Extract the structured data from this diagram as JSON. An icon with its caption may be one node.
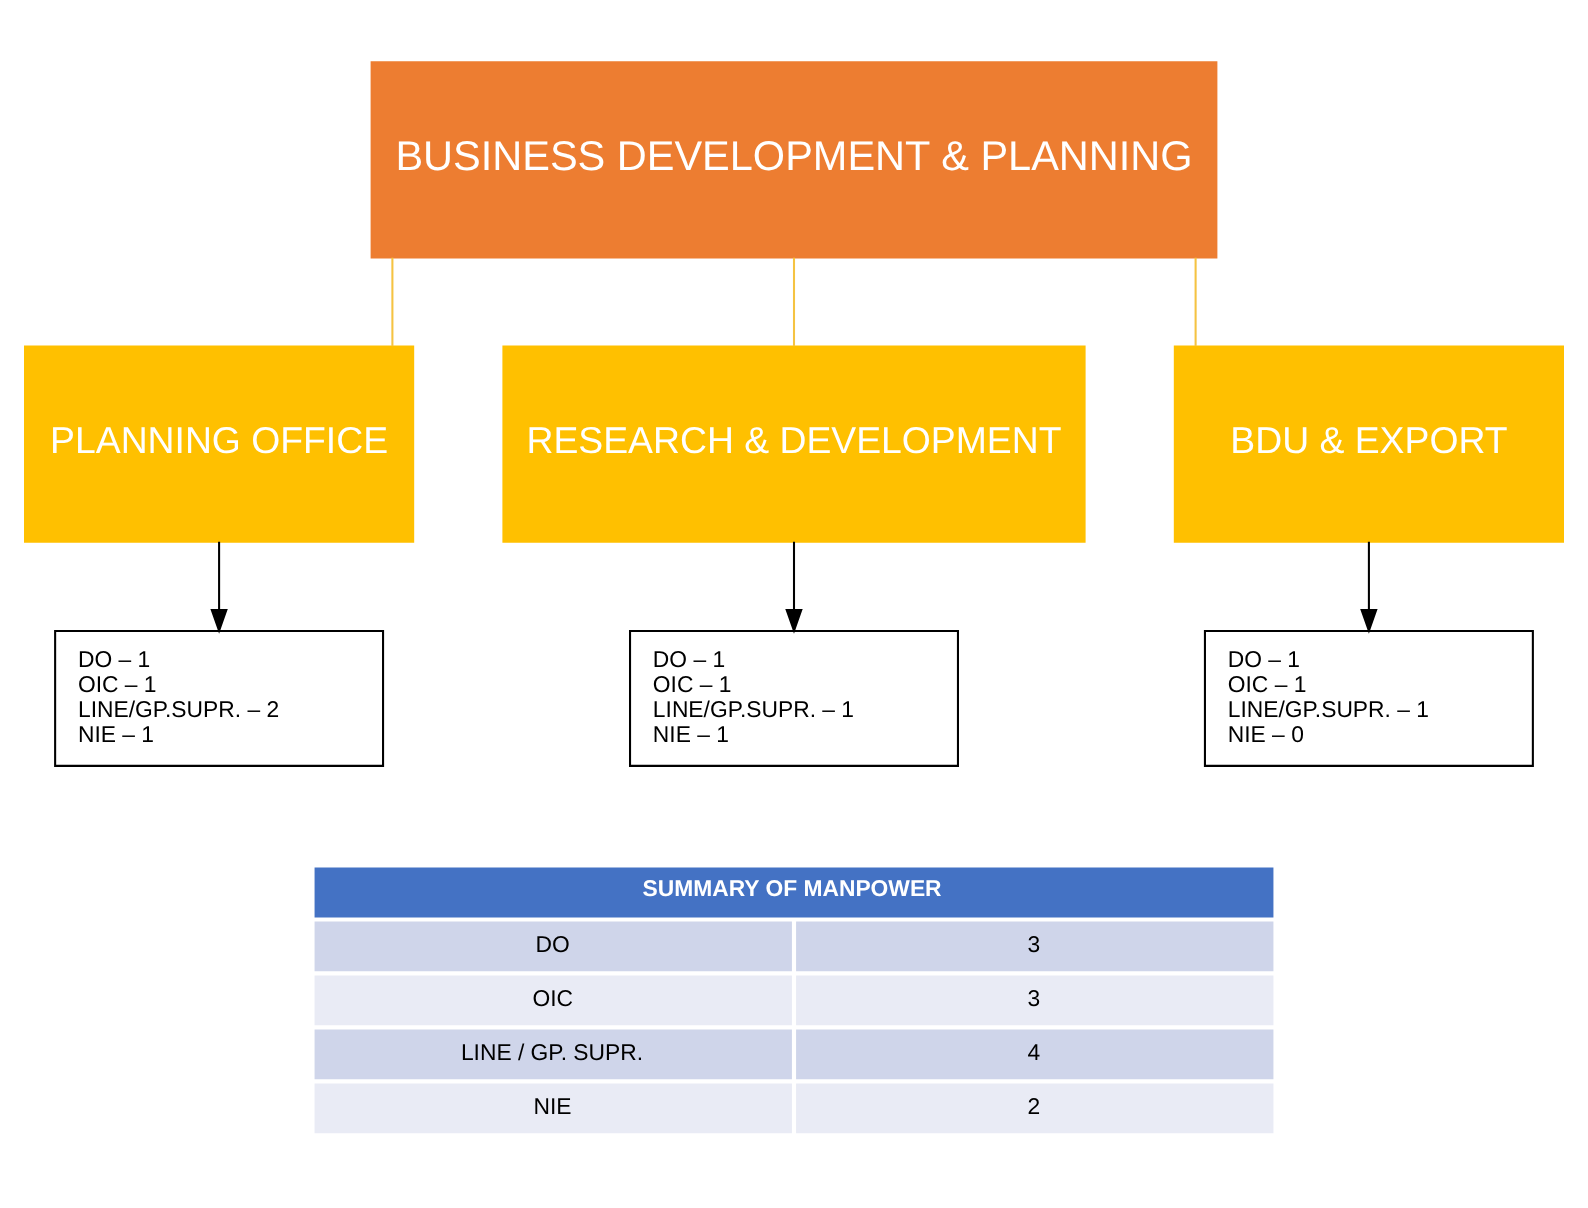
{
  "diagram": {
    "nodes": [
      {
        "text": [
          "BUSINESS DEVELOPMENT & PLANNING"
        ]
      },
      {
        "text": [
          "PLANNING OFFICE"
        ]
      },
      {
        "text": [
          "RESEARCH & DEVELOPMENT"
        ]
      },
      {
        "text": [
          "BDU & EXPORT"
        ]
      },
      {
        "text": [
          "DO – 1",
          "OIC – 1",
          "LINE/GP.SUPR. – 2",
          "NIE – 1"
        ]
      },
      {
        "text": [
          "DO – 1",
          "OIC – 1",
          "LINE/GP.SUPR. – 1",
          "NIE – 1"
        ]
      },
      {
        "text": [
          "DO – 1",
          "OIC – 1",
          "LINE/GP.SUPR. – 1",
          "NIE – 0"
        ]
      }
    ],
    "edges": [
      {
        "from": 0,
        "to": 1,
        "arrow": "none",
        "color": "#f5c342"
      },
      {
        "from": 0,
        "to": 2,
        "arrow": "none",
        "color": "#f5c342"
      },
      {
        "from": 0,
        "to": 3,
        "arrow": "none",
        "color": "#f5c342"
      },
      {
        "from": 1,
        "to": 4,
        "arrow": "to",
        "color": "#000000"
      },
      {
        "from": 2,
        "to": 5,
        "arrow": "to",
        "color": "#000000"
      },
      {
        "from": 3,
        "to": 6,
        "arrow": "to",
        "color": "#000000"
      }
    ],
    "labels": [
      "SUMMARY OF MANPOWER",
      "DO",
      "3",
      "OIC",
      "3",
      "LINE / GP. SUPR.",
      "4",
      "NIE",
      "2"
    ]
  }
}
